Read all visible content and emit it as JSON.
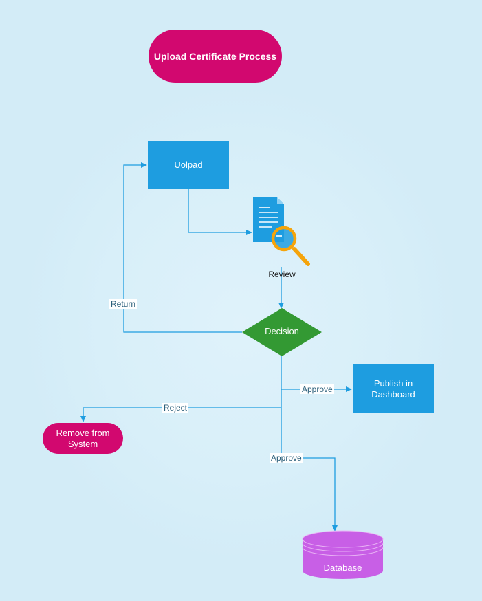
{
  "diagram": {
    "title": "Upload Certificate Process",
    "nodes": {
      "upload": "Uolpad",
      "review": "Review",
      "decision": "Decision",
      "publish": "Publish in Dashboard",
      "remove": "Remove from System",
      "database": "Database"
    },
    "edge_labels": {
      "return": "Return",
      "approve_publish": "Approve",
      "reject": "Reject",
      "approve_database": "Approve"
    },
    "colors": {
      "background": "#d3ecf7",
      "terminator": "#d2086f",
      "process": "#1e9de0",
      "decision": "#339933",
      "database": "#c85fe6",
      "connector": "#1e9de0",
      "magnifier": "#f5a40b"
    },
    "icons": {
      "review": "document-search-icon"
    }
  }
}
